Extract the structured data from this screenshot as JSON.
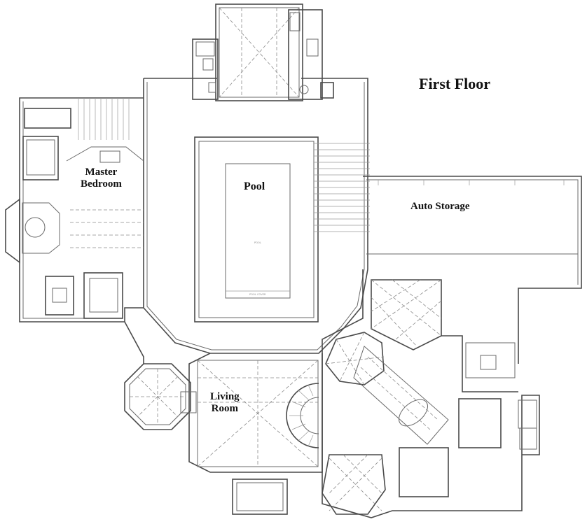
{
  "title": "First Floor",
  "rooms": {
    "master_bedroom": "Master\nBedroom",
    "pool": "Pool",
    "auto_storage": "Auto Storage",
    "living_room": "Living\nRoom"
  },
  "colors": {
    "line": "#4a4a4a",
    "background": "#ffffff",
    "label": "#111111"
  }
}
